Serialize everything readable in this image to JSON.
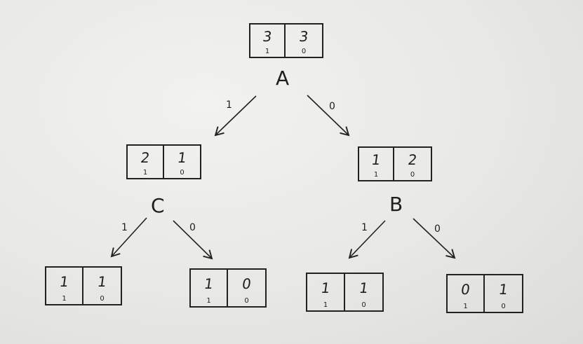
{
  "nodes": {
    "a": {
      "label": "A",
      "left": "3",
      "right": "3",
      "left_sub": "1",
      "right_sub": "0"
    },
    "c": {
      "label": "C",
      "left": "2",
      "right": "1",
      "left_sub": "1",
      "right_sub": "0"
    },
    "b": {
      "label": "B",
      "left": "1",
      "right": "2",
      "left_sub": "1",
      "right_sub": "0"
    }
  },
  "leaves": {
    "c1": {
      "left": "1",
      "right": "1",
      "left_sub": "1",
      "right_sub": "0"
    },
    "c0": {
      "left": "1",
      "right": "0",
      "left_sub": "1",
      "right_sub": "0"
    },
    "b1": {
      "left": "1",
      "right": "1",
      "left_sub": "1",
      "right_sub": "0"
    },
    "b0": {
      "left": "0",
      "right": "1",
      "left_sub": "1",
      "right_sub": "0"
    }
  },
  "edges": {
    "a_c": "1",
    "a_b": "0",
    "c_c1": "1",
    "c_c0": "0",
    "b_b1": "1",
    "b_b0": "0"
  }
}
